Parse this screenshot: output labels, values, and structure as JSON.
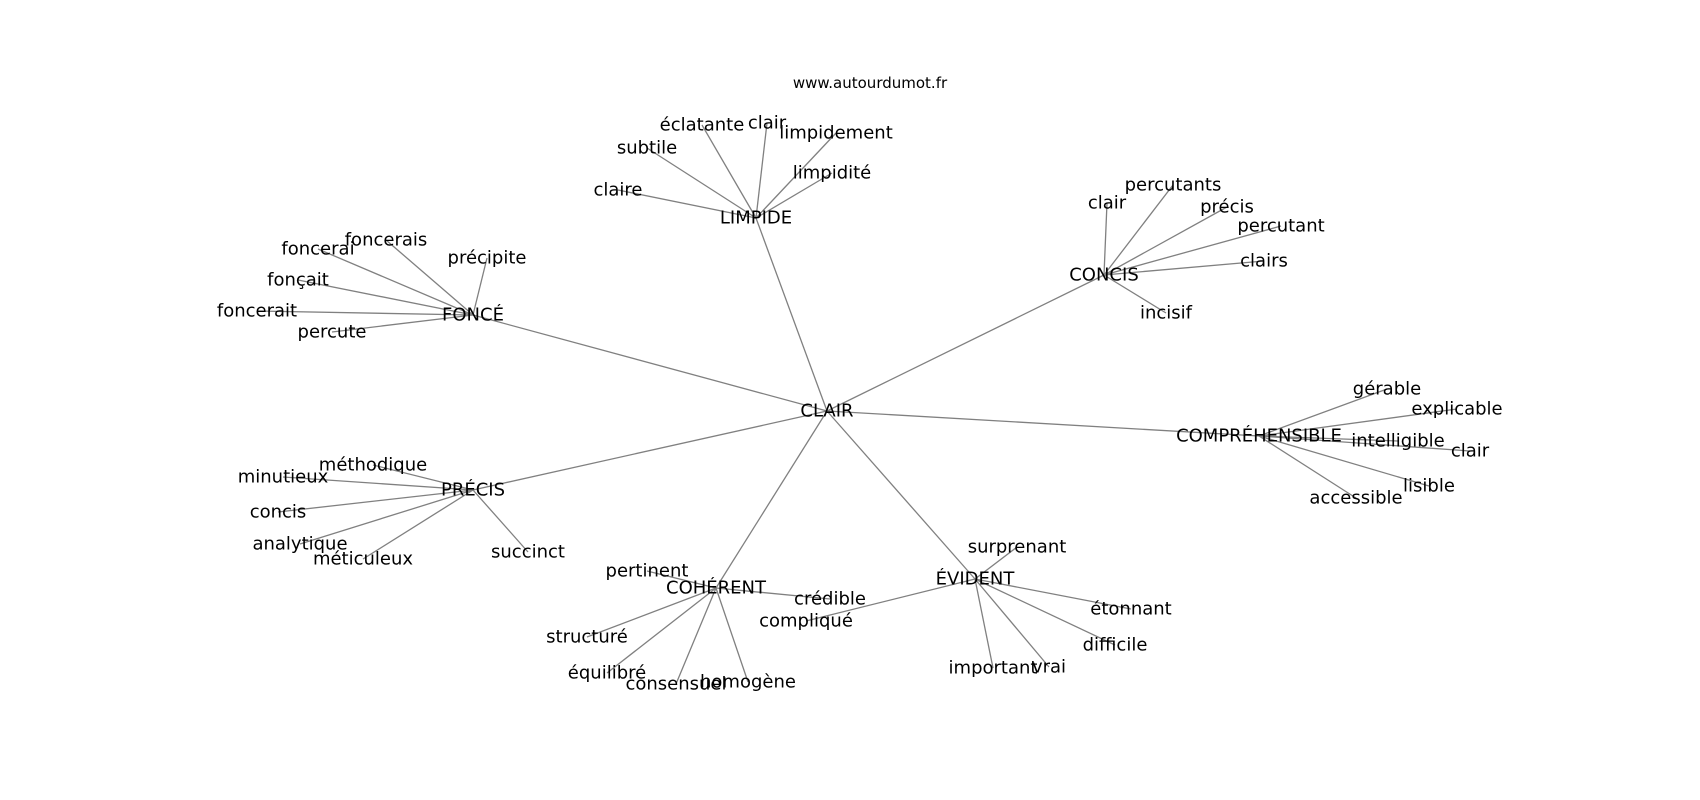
{
  "site": "www.autourdumot.fr",
  "colors": {
    "edge": "#808080",
    "text": "#000000",
    "background": "#ffffff"
  },
  "center": "CLAIR",
  "groups": [
    {
      "hub": "LIMPIDE",
      "leaves": [
        "éclatante",
        "clair",
        "limpidement",
        "subtile",
        "limpidité",
        "claire"
      ]
    },
    {
      "hub": "CONCIS",
      "leaves": [
        "percutants",
        "clair",
        "précis",
        "percutant",
        "clairs",
        "incisif"
      ]
    },
    {
      "hub": "FONCÉ",
      "leaves": [
        "foncerais",
        "foncerai",
        "précipite",
        "fonçait",
        "foncerait",
        "percute"
      ]
    },
    {
      "hub": "COMPRÉHENSIBLE",
      "leaves": [
        "gérable",
        "explicable",
        "intelligible",
        "clair",
        "lisible",
        "accessible"
      ]
    },
    {
      "hub": "PRÉCIS",
      "leaves": [
        "méthodique",
        "minutieux",
        "concis",
        "analytique",
        "méticuleux",
        "succinct"
      ]
    },
    {
      "hub": "COHÉRENT",
      "leaves": [
        "pertinent",
        "crédible",
        "structuré",
        "équilibré",
        "consensuel",
        "homogène"
      ]
    },
    {
      "hub": "ÉVIDENT",
      "leaves": [
        "surprenant",
        "compliqué",
        "étonnant",
        "difficile",
        "important",
        "vrai"
      ]
    }
  ]
}
